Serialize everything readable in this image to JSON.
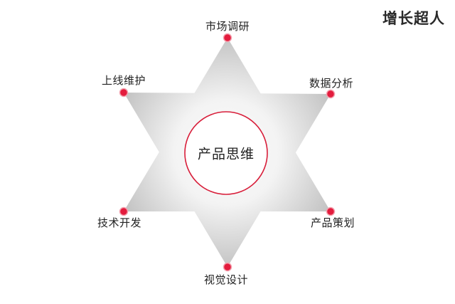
{
  "logo": {
    "text": "增长超人",
    "accent_color": "#e0263d"
  },
  "center": {
    "label": "产品思维",
    "ring_color": "#d81e3a"
  },
  "nodes": [
    {
      "label": "市场调研",
      "position": "top"
    },
    {
      "label": "数据分析",
      "position": "top-right"
    },
    {
      "label": "产品策划",
      "position": "bottom-right"
    },
    {
      "label": "视觉设计",
      "position": "bottom"
    },
    {
      "label": "技术开发",
      "position": "bottom-left"
    },
    {
      "label": "上线维护",
      "position": "top-left"
    }
  ],
  "colors": {
    "dot": "#e31c3d",
    "star_tip": "#c4c4c4",
    "star_center": "#fafafa"
  }
}
